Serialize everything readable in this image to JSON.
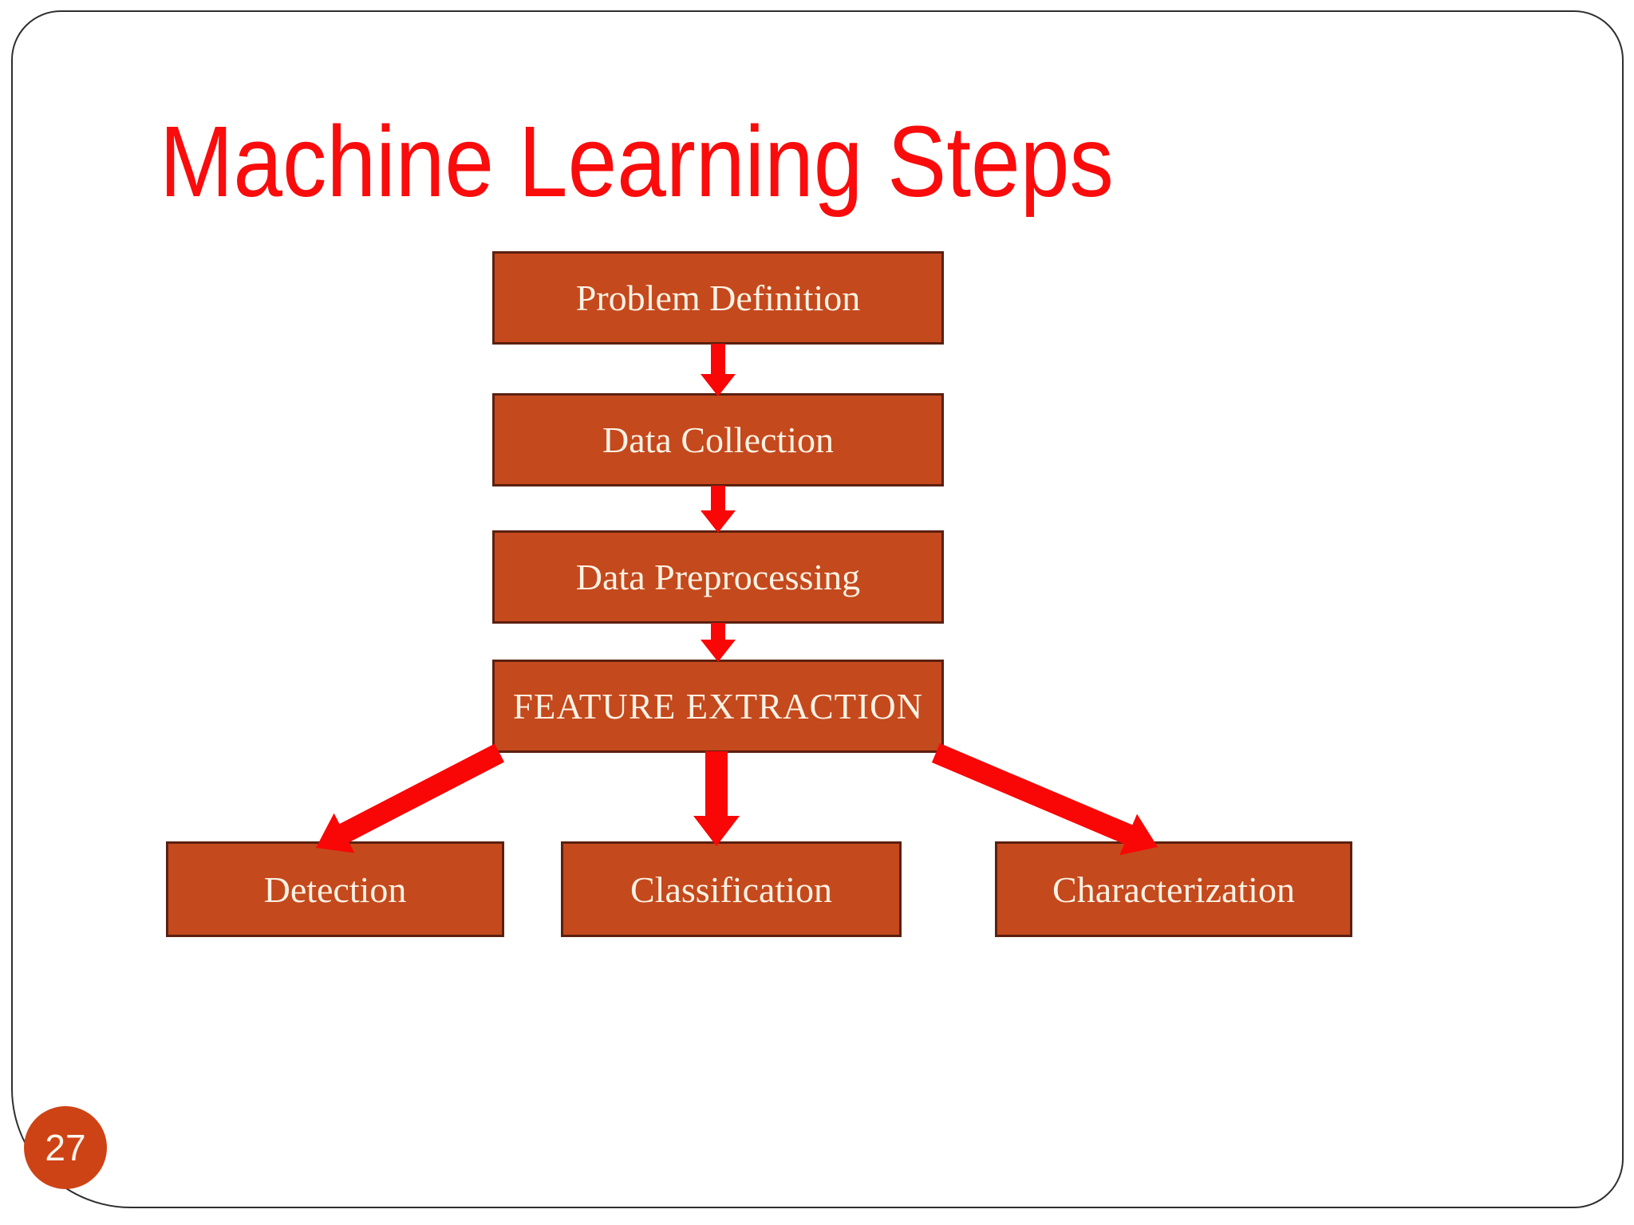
{
  "slide": {
    "title": "Machine Learning Steps",
    "page_number": "27"
  },
  "colors": {
    "title_red": "#FA0C0C",
    "arrow_red": "#F90606",
    "box_fill": "#C4491D",
    "box_border": "#5B2010",
    "box_text": "#FBF2E4",
    "page_circle_fill": "#CE4315",
    "frame_border": "#2F2F2F",
    "background": "#FFFFFF"
  },
  "flowchart": {
    "steps": [
      {
        "id": "problem-definition",
        "label": "Problem Definition"
      },
      {
        "id": "data-collection",
        "label": "Data Collection"
      },
      {
        "id": "data-preprocessing",
        "label": "Data Preprocessing"
      },
      {
        "id": "feature-extraction",
        "label": "FEATURE EXTRACTION"
      }
    ],
    "branches": [
      {
        "id": "detection",
        "label": "Detection"
      },
      {
        "id": "classification",
        "label": "Classification"
      },
      {
        "id": "characterization",
        "label": "Characterization"
      }
    ]
  }
}
